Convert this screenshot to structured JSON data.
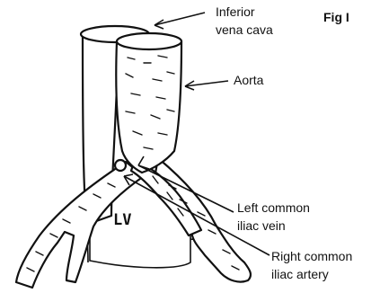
{
  "figure": {
    "title": "Fig I",
    "labels": {
      "inferior_vena_cava_line1": "Inferior",
      "inferior_vena_cava_line2": "vena cava",
      "aorta": "Aorta",
      "left_common_iliac_vein_line1": "Left common",
      "left_common_iliac_vein_line2": "iliac vein",
      "right_common_iliac_artery_line1": "Right common",
      "right_common_iliac_artery_line2": "iliac artery",
      "lv": "LV"
    }
  },
  "colors": {
    "ink": "#111111",
    "background": "#ffffff"
  }
}
